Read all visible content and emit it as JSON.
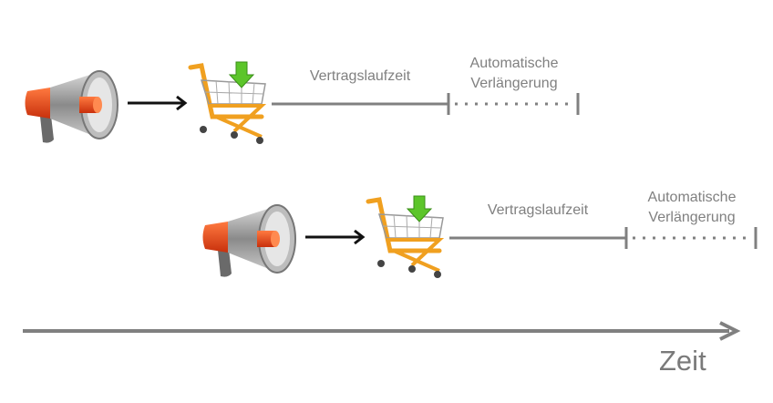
{
  "rows": [
    {
      "phase1_label": "Vertragslaufzeit",
      "phase2_line1": "Automatische",
      "phase2_line2": "Verlängerung"
    },
    {
      "phase1_label": "Vertragslaufzeit",
      "phase2_line1": "Automatische",
      "phase2_line2": "Verlängerung"
    }
  ],
  "axis_label": "Zeit",
  "icons": [
    "megaphone-icon",
    "shopping-cart-icon"
  ],
  "colors": {
    "line": "#808080",
    "megaphone": "#e8501e",
    "cart": "#f0a020",
    "download_arrow": "#5cc52a"
  }
}
